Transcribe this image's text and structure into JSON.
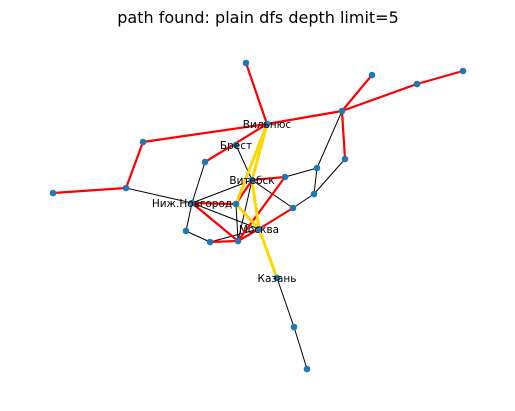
{
  "title": "path found: plain dfs depth limit=5",
  "colors": {
    "node": "#1f77b4",
    "edge": "#000000",
    "tree_edge": "#ff0000",
    "path_edge": "#ffd700",
    "background": "#ffffff"
  },
  "graph": {
    "labels": [
      "Вильнюс",
      "Брест",
      "Витебск",
      "Ниж.Новгород",
      "Москва",
      "Казань"
    ],
    "path": [
      "Вильнюс",
      "Витебск",
      "Москва",
      "Казань"
    ]
  }
}
